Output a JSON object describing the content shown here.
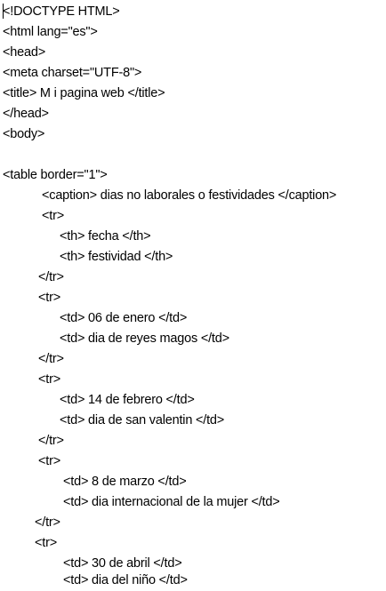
{
  "code_lines": [
    "<!DOCTYPE HTML>",
    "<html lang=\"es\">",
    "<head>",
    "<meta charset=\"UTF-8\">",
    "<title> M i pagina web </title>",
    "</head>",
    "<body>",
    "",
    "<table border=\"1\">",
    "<caption> dias no laborales o festividades </caption>",
    "<tr>",
    "<th> fecha </th>",
    "<th> festividad </th>",
    "</tr>",
    "<tr>",
    "<td> 06 de enero </td>",
    "<td> dia de reyes magos </td>",
    "</tr>",
    "<tr>",
    "<td> 14 de febrero </td>",
    "<td> dia de san valentin </td>",
    "</tr>",
    "<tr>",
    "<td> 8 de marzo </td>",
    "<td> dia internacional de la mujer </td>",
    "</tr>",
    "<tr>",
    "<td> 30 de abril </td>",
    "<td> dia del niño </td>"
  ]
}
